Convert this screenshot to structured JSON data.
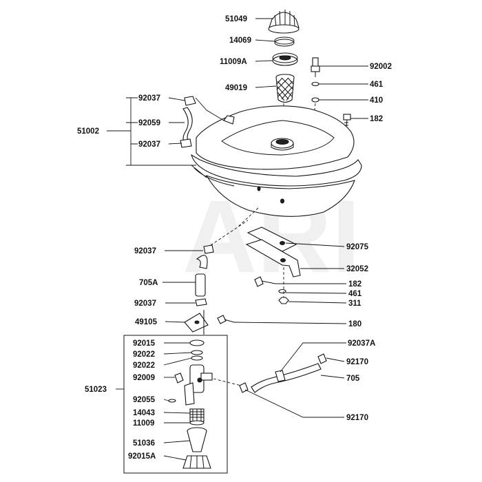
{
  "diagram": {
    "watermark": "ARI",
    "labels": {
      "p51049": "51049",
      "p14069": "14069",
      "p11009A": "11009A",
      "p92002": "92002",
      "p49019": "49019",
      "p461a": "461",
      "p410": "410",
      "p182a": "182",
      "p92037a": "92037",
      "p92059": "92059",
      "p92037b": "92037",
      "p51002": "51002",
      "p92037c": "92037",
      "p92075": "92075",
      "p32052": "32052",
      "p705A": "705A",
      "p182b": "182",
      "p461b": "461",
      "p92037d": "92037",
      "p311": "311",
      "p49105": "49105",
      "p180": "180",
      "p92015": "92015",
      "p92037A": "92037A",
      "p92022a": "92022",
      "p92170a": "92170",
      "p92022b": "92022",
      "p92009": "92009",
      "p705": "705",
      "p51023": "51023",
      "p92055": "92055",
      "p14043": "14043",
      "p11009": "11009",
      "p92170b": "92170",
      "p51036": "51036",
      "p92015A": "92015A"
    }
  }
}
